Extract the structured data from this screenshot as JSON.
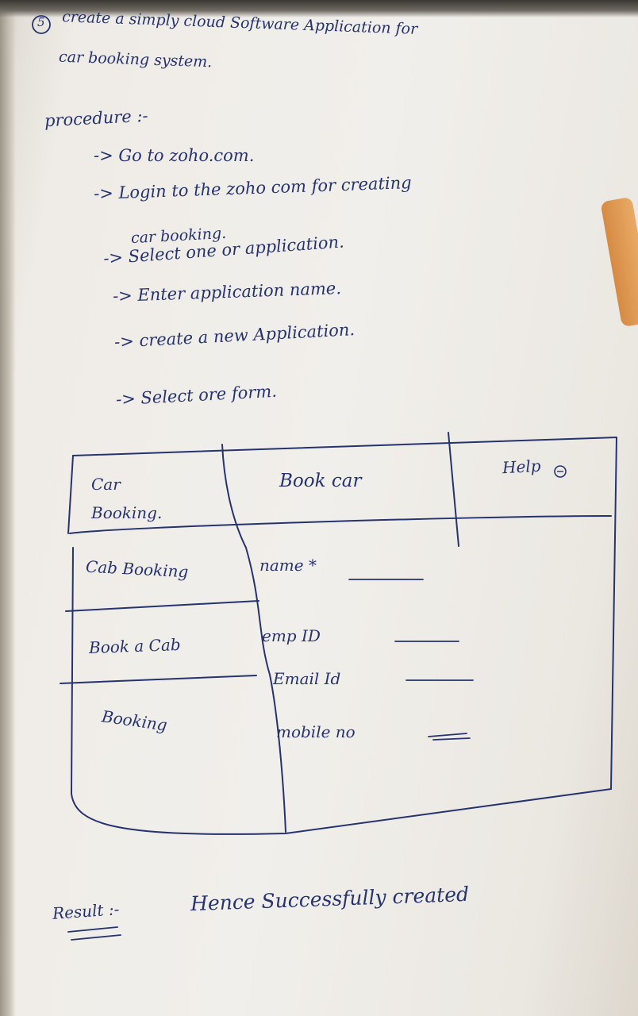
{
  "header": {
    "number": "5",
    "title_line1": "create a simply cloud Software Application for",
    "title_line2": "car booking system."
  },
  "procedure": {
    "heading": "procedure :-",
    "steps": [
      "-> Go to zoho.com.",
      "-> Login to the zoho com for creating",
      "car booking.",
      "-> Select one or application.",
      "-> Enter application name.",
      "-> create a new Application.",
      "-> Select ore form."
    ]
  },
  "form_sketch": {
    "header": {
      "app_name": "Car Booking.",
      "form_title": "Book car",
      "help": "Help"
    },
    "menu": [
      "Cab Booking",
      "Book a Cab",
      "Booking"
    ],
    "fields": [
      "name *",
      "emp ID",
      "Email Id",
      "mobile no"
    ]
  },
  "result": {
    "label": "Result :-",
    "text": "Hence Successfully created"
  },
  "colors": {
    "ink": "#26336e",
    "paper": "#f1efeb"
  }
}
